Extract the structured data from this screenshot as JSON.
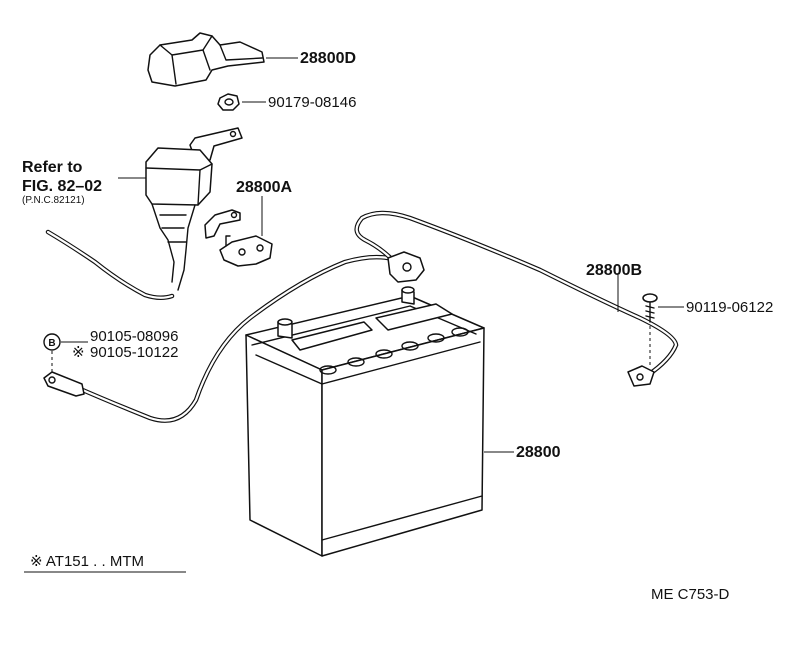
{
  "diagram": {
    "parts": {
      "cover": "28800D",
      "nut": "90179-08146",
      "clamp": "28800A",
      "negative_cable": "28800B",
      "screw": "90119-06122",
      "bolt_std": "90105-08096",
      "bolt_alt": "90105-10122",
      "battery": "28800"
    },
    "reference": {
      "line1": "Refer to",
      "line2": "FIG. 82–02",
      "line3": "(P.N.C.82121)"
    },
    "bolt_marker": "B",
    "alt_marker": "※",
    "footnote": "※ AT151 . . MTM",
    "figure_code": "ME C753-D"
  }
}
